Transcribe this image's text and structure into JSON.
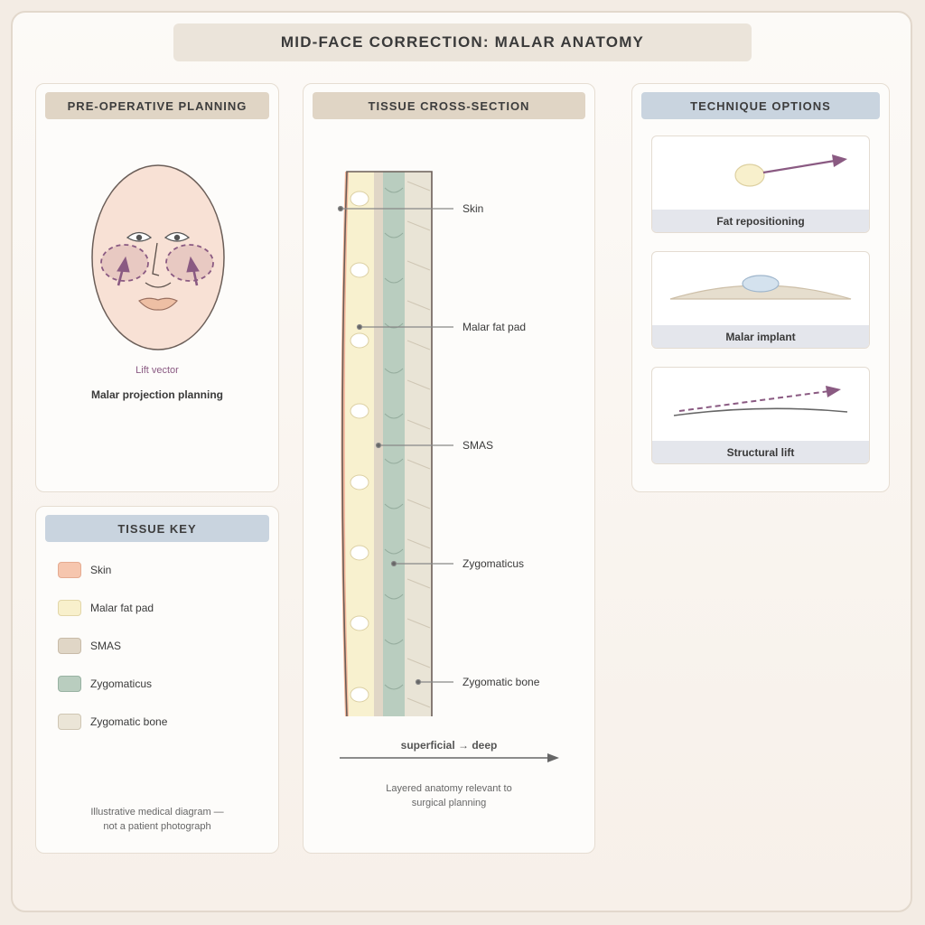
{
  "title": "MID-FACE CORRECTION: MALAR ANATOMY",
  "planning": {
    "heading": "PRE-OPERATIVE PLANNING",
    "vector_caption": "Lift vector",
    "caption": "Malar projection planning"
  },
  "tissue_key": {
    "heading": "TISSUE KEY",
    "items": [
      {
        "label": "Skin",
        "fill": "#f6c6ae",
        "stroke": "#e5ab91"
      },
      {
        "label": "Malar fat pad",
        "fill": "#f8f0cc",
        "stroke": "#e2d6a8"
      },
      {
        "label": "SMAS",
        "fill": "#e0d6c6",
        "stroke": "#c8bba8"
      },
      {
        "label": "Zygomaticus",
        "fill": "#b9cdbf",
        "stroke": "#98b2a2"
      },
      {
        "label": "Zygomatic bone",
        "fill": "#ebe5d7",
        "stroke": "#cfc6b3"
      }
    ],
    "footnote_line1": "Illustrative medical diagram —",
    "footnote_line2": "not a patient photograph"
  },
  "cross_section": {
    "heading": "TISSUE CROSS-SECTION",
    "labels": [
      "Skin",
      "Malar fat pad",
      "SMAS",
      "Zygomaticus",
      "Zygomatic bone"
    ],
    "axis_label": "superficial → deep",
    "caption_line1": "Layered anatomy relevant to",
    "caption_line2": "surgical planning"
  },
  "techniques": {
    "heading": "TECHNIQUE OPTIONS",
    "items": [
      {
        "label": "Fat repositioning"
      },
      {
        "label": "Malar implant"
      },
      {
        "label": "Structural lift"
      }
    ]
  },
  "colors": {
    "accent_purple": "#8a5a82",
    "outline": "#6b5e58",
    "skin_face": "#f8e1d5",
    "cheek": "#e8c9c2"
  }
}
